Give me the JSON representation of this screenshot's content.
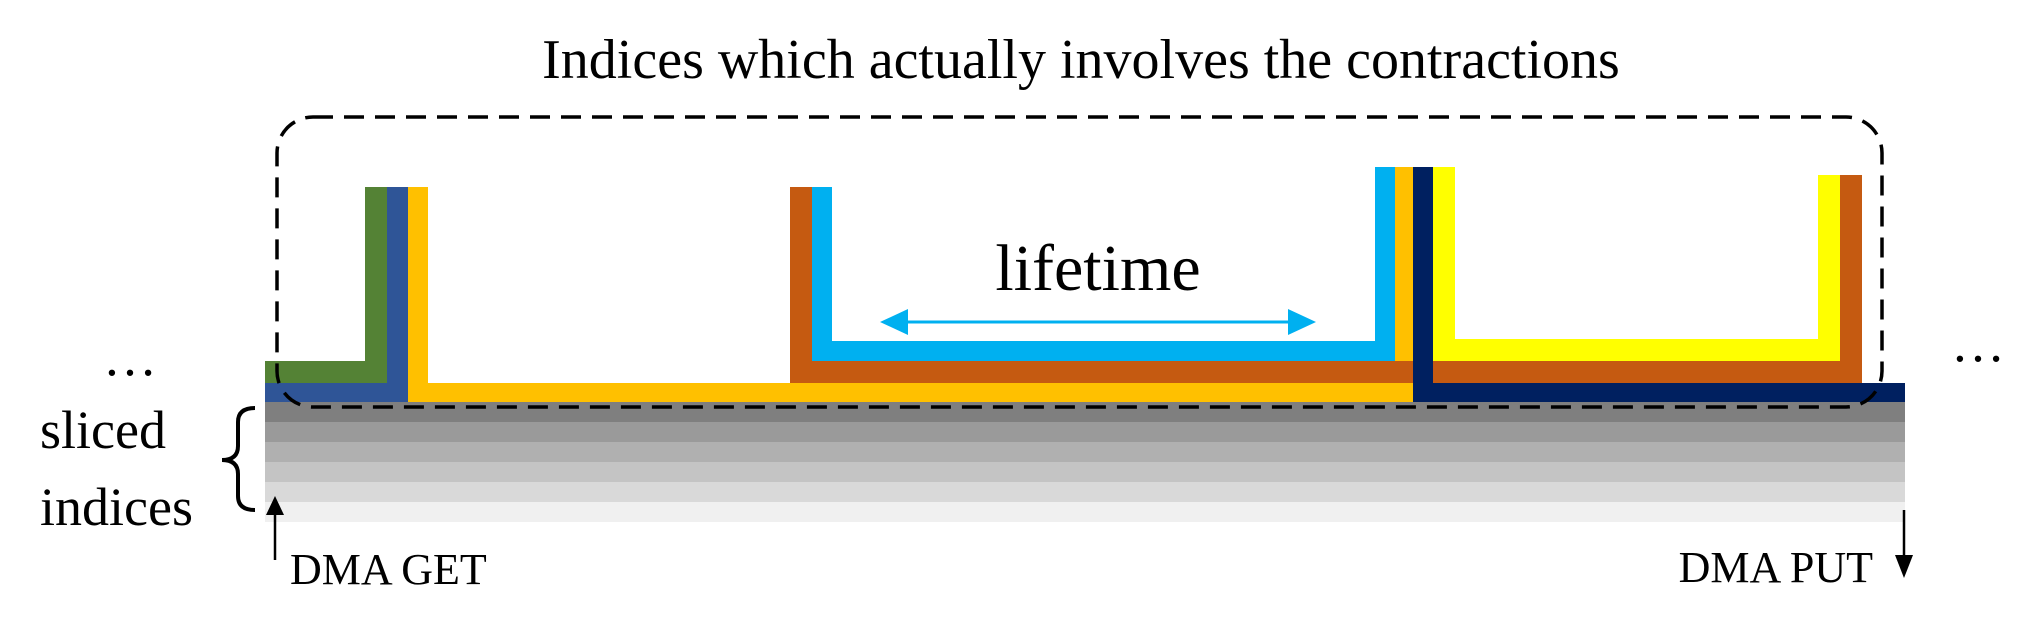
{
  "diagram": {
    "title": "Indices which actually involves the contractions",
    "lifetime_label": "lifetime",
    "sliced_label_line1": "sliced",
    "sliced_label_line2": "indices",
    "dma_get_label": "DMA GET",
    "dma_put_label": "DMA PUT",
    "ellipsis_left": "…",
    "ellipsis_right": "…"
  },
  "colors": {
    "green": "#548235",
    "blue": "#2F5597",
    "gold": "#FFC000",
    "orange": "#C55A11",
    "sky": "#00B0F0",
    "navy": "#002060",
    "yellow": "#FFFF00",
    "gray_dark": "#7F7F7F",
    "gray_mid1": "#9A9A9A",
    "gray_mid2": "#B0B0B0",
    "gray_mid3": "#C4C4C4",
    "gray_light": "#D9D9D9",
    "gray_lightest": "#F0F0F0",
    "arrow_color": "#00B0F0"
  }
}
